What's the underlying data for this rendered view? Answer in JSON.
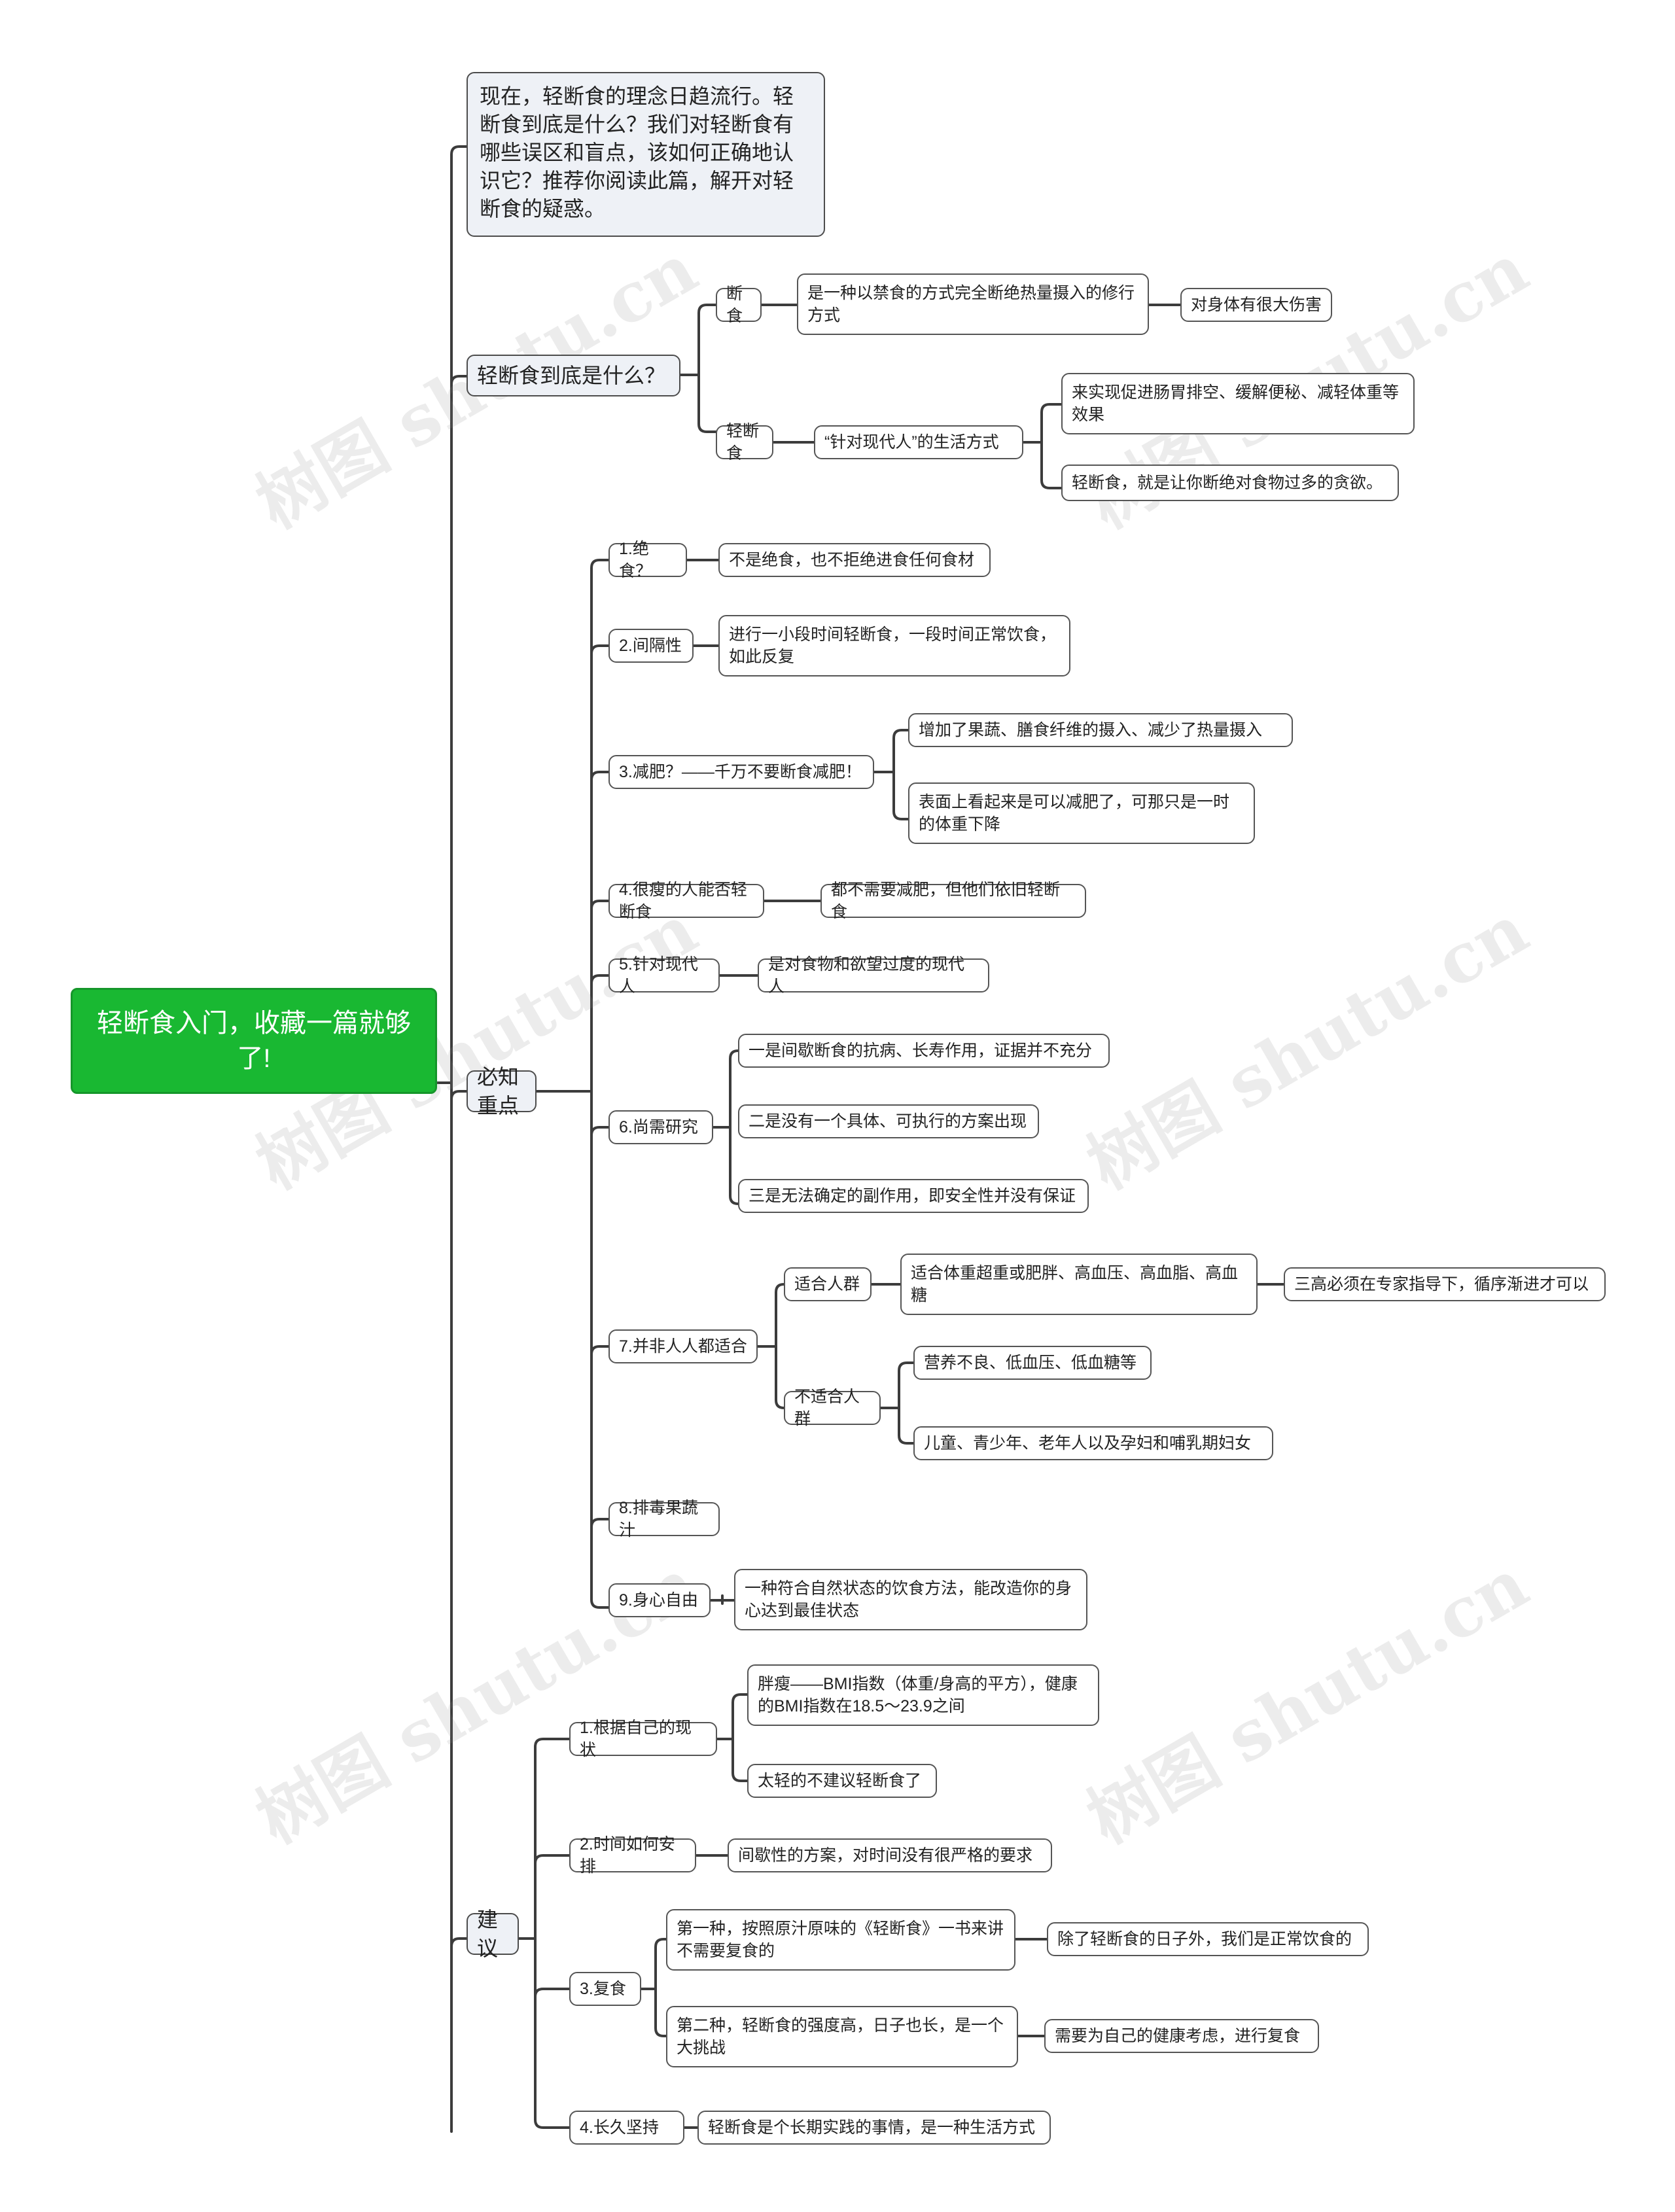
{
  "watermark": "树图 shutu.cn",
  "colors": {
    "root_bg": "#19b832",
    "branch_bg": "#eef1f6",
    "line": "#3c3c3c",
    "border": "#555555"
  },
  "root": {
    "label": "轻断食入门，收藏一篇就够了!"
  },
  "intro": {
    "text": "现在，轻断食的理念日趋流行。轻断食到底是什么？我们对轻断食有哪些误区和盲点，该如何正确地认识它？推荐你阅读此篇，解开对轻断食的疑惑。"
  },
  "what": {
    "label": "轻断食到底是什么？",
    "fasting": {
      "label": "断食",
      "desc": "是一种以禁食的方式完全断绝热量摄入的修行方式",
      "effect": "对身体有很大伤害"
    },
    "light": {
      "label": "轻断食",
      "desc": "“针对现代人”的生活方式",
      "points": [
        "来实现促进肠胃排空、缓解便秘、减轻体重等效果",
        "轻断食，就是让你断绝对食物过多的贪欲。"
      ]
    }
  },
  "key": {
    "label": "必知重点",
    "items": [
      {
        "label": "1.绝食？",
        "children": [
          "不是绝食，也不拒绝进食任何食材"
        ]
      },
      {
        "label": "2.间隔性",
        "children": [
          "进行一小段时间轻断食，一段时间正常饮食，如此反复"
        ]
      },
      {
        "label": "3.减肥？——千万不要断食减肥！",
        "children": [
          "增加了果蔬、膳食纤维的摄入、减少了热量摄入",
          "表面上看起来是可以减肥了，可那只是一时的体重下降"
        ]
      },
      {
        "label": "4.很瘦的人能否轻断食",
        "children": [
          "都不需要减肥，但他们依旧轻断食"
        ]
      },
      {
        "label": "5.针对现代人",
        "children": [
          "是对食物和欲望过度的现代人"
        ]
      },
      {
        "label": "6.尚需研究",
        "children": [
          "一是间歇断食的抗病、长寿作用，证据并不充分",
          "二是没有一个具体、可执行的方案出现",
          "三是无法确定的副作用，即安全性并没有保证"
        ]
      },
      {
        "label": "7.并非人人都适合",
        "suitable": {
          "label": "适合人群",
          "desc": "适合体重超重或肥胖、高血压、高血脂、高血糖",
          "note": "三高必须在专家指导下，循序渐进才可以"
        },
        "unsuitable": {
          "label": "不适合人群",
          "children": [
            "营养不良、低血压、低血糖等",
            "儿童、青少年、老年人以及孕妇和哺乳期妇女"
          ]
        }
      },
      {
        "label": "8.排毒果蔬汁",
        "children": []
      },
      {
        "label": "9.身心自由",
        "children": [
          "一种符合自然状态的饮食方法，能改造你的身心达到最佳状态"
        ]
      }
    ]
  },
  "advice": {
    "label": "建议",
    "items": [
      {
        "label": "1.根据自己的现状",
        "children": [
          "胖瘦——BMI指数（体重/身高的平方），健康的BMI指数在18.5～23.9之间",
          "太轻的不建议轻断食了"
        ]
      },
      {
        "label": "2.时间如何安排",
        "children": [
          "间歇性的方案，对时间没有很严格的要求"
        ]
      },
      {
        "label": "3.复食",
        "options": [
          {
            "text": "第一种，按照原汁原味的《轻断食》一书来讲不需要复食的",
            "note": "除了轻断食的日子外，我们是正常饮食的"
          },
          {
            "text": "第二种，轻断食的强度高，日子也长，是一个大挑战",
            "note": "需要为自己的健康考虑，进行复食"
          }
        ]
      },
      {
        "label": "4.长久坚持",
        "children": [
          "轻断食是个长期实践的事情，是一种生活方式"
        ]
      }
    ]
  }
}
